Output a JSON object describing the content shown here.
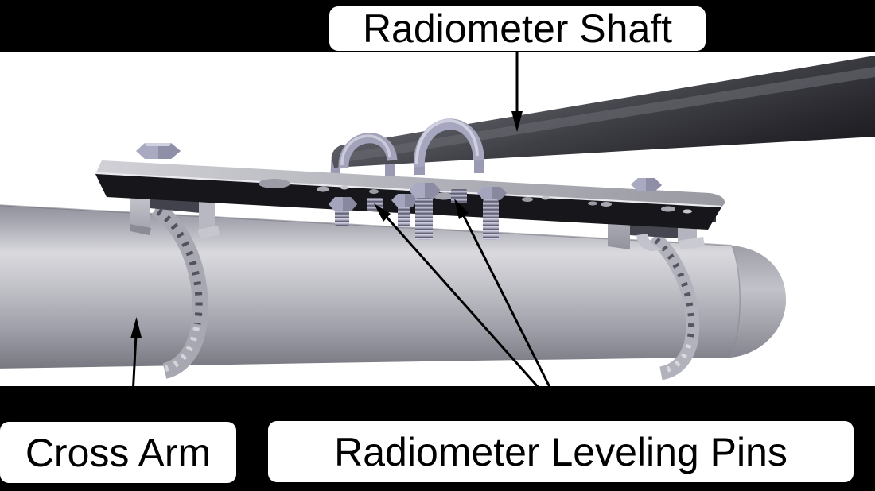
{
  "scene": {
    "description": "3D CAD rendering of a radiometer mounting assembly on a cross arm",
    "background": "#ffffff",
    "band_color": "#000000"
  },
  "labels": {
    "radiometer_shaft": "Radiometer Shaft",
    "cross_arm": "Cross Arm",
    "leveling_pins": "Radiometer Leveling Pins"
  },
  "colors": {
    "label_bg": "#ffffff",
    "label_text": "#000000",
    "arrow": "#000000",
    "cross_arm_pipe": "#b8b8c0",
    "radiometer_shaft": "#35353b",
    "hardware": "#a6a6be",
    "plate_top": "#b4b4bc",
    "plate_underside": "#17171b"
  }
}
